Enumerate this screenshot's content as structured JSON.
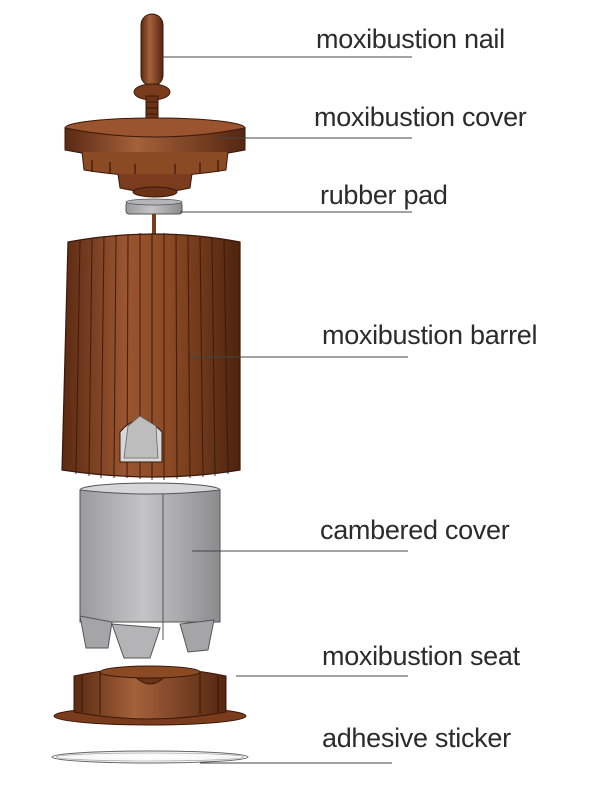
{
  "labels": {
    "nail": "moxibustion nail",
    "cover": "moxibustion cover",
    "rubber_pad": "rubber pad",
    "barrel": "moxibustion barrel",
    "cambered_cover": "cambered cover",
    "seat": "moxibustion seat",
    "sticker": "adhesive sticker"
  },
  "colors": {
    "brown_dark": "#5a2a12",
    "brown_mid": "#8a4a24",
    "brown_light": "#a4613a",
    "gray_dark": "#8c8c8e",
    "gray_light": "#c9c9cb",
    "leader_line": "#444444",
    "text": "#2b2b2b"
  }
}
